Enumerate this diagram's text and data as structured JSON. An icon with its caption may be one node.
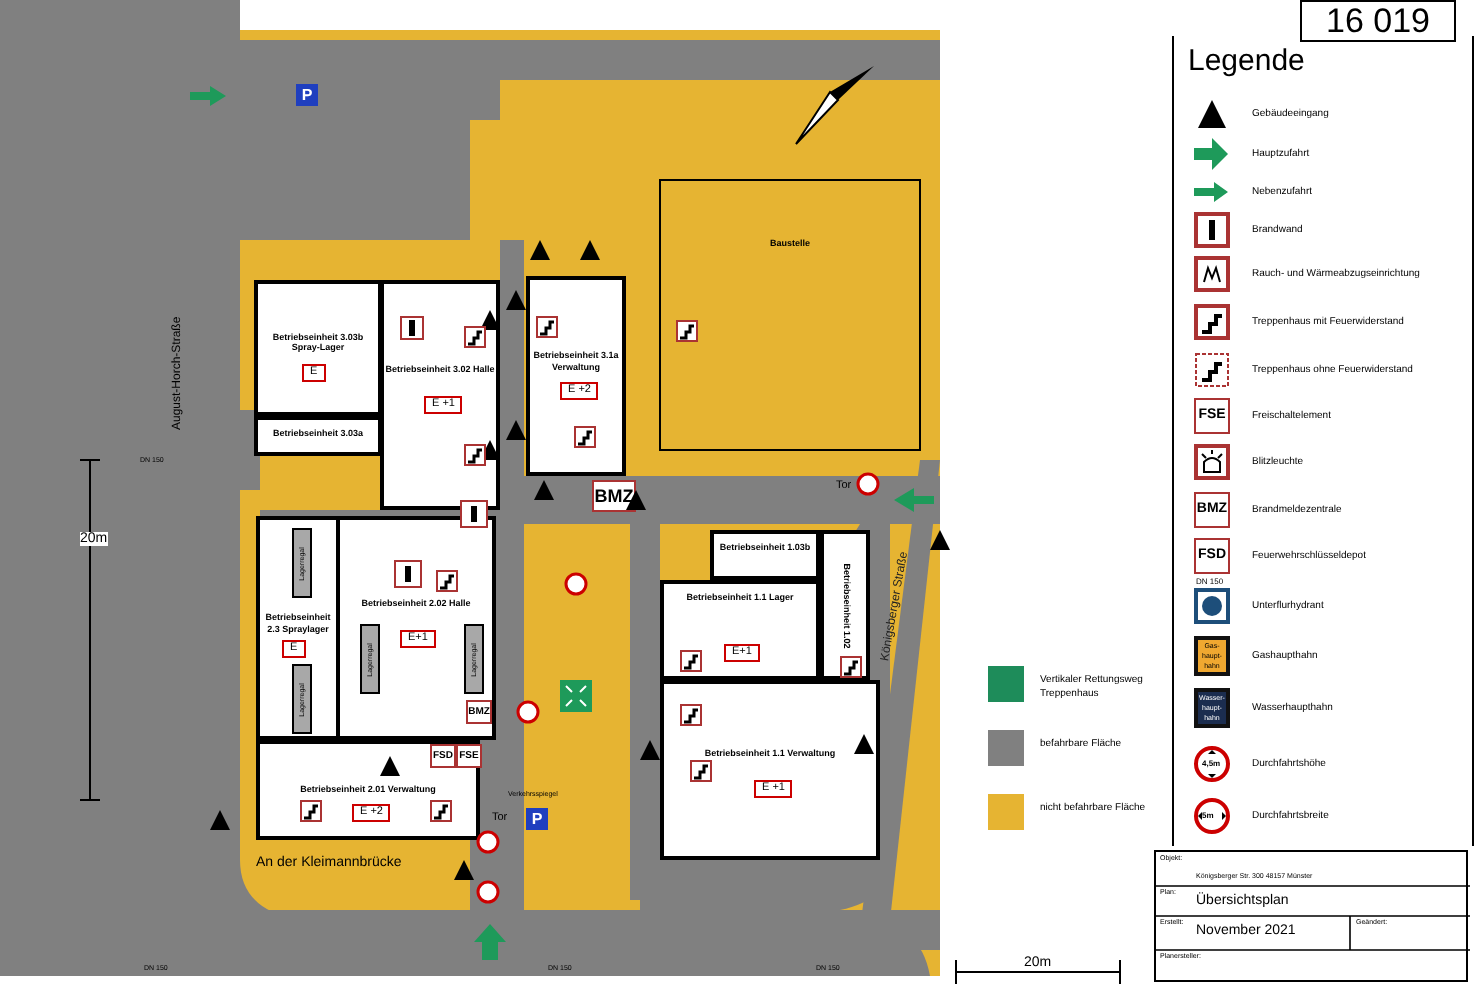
{
  "diagram": {
    "nodes": [
      {
        "text": [
          "Betriebseinheit 3.03b Spray-Lager",
          "E"
        ]
      },
      {
        "text": [
          "Betriebseinheit 3.03a"
        ]
      },
      {
        "text": [
          "Betriebseinheit 3.02 Halle",
          "E +1"
        ]
      },
      {
        "text": [
          "Betriebseinheit 3.1a Verwaltung",
          "E +2"
        ]
      },
      {
        "text": [
          "Baustelle"
        ]
      },
      {
        "text": [
          "Betriebseinheit 2.3 Spraylager",
          "E"
        ]
      },
      {
        "text": [
          "Lagerregal"
        ],
        "in": 5
      },
      {
        "text": [
          "Lagerregal"
        ],
        "in": 5
      },
      {
        "text": [
          "Betriebseinheit 2.02 Halle",
          "E+1"
        ]
      },
      {
        "text": [
          "Lagerregal"
        ],
        "in": 8
      },
      {
        "text": [
          "Lagerregal"
        ],
        "in": 8
      },
      {
        "text": [
          "Betriebseinheit 2.01 Verwaltung",
          "E +2"
        ]
      },
      {
        "text": [
          "Betriebseinheit 1.03b"
        ]
      },
      {
        "text": [
          "Betriebseinheit 1.1 Lager",
          "E+1"
        ]
      },
      {
        "text": [
          "Betriebseinheit 1.02"
        ]
      },
      {
        "text": [
          "Betriebseinheit 1.1 Verwaltung",
          "E +1"
        ]
      }
    ],
    "labels": [
      "16 019",
      "Legende",
      "FSE",
      "BMZ",
      "FSD",
      "DN 150",
      "Gas-haupt-hahn",
      "Wasser-haupt-hahn",
      "4,5m",
      "5m",
      "August-Horch-Straße",
      "Königsberger Straße",
      "An der Kleimannbrücke",
      "20m",
      "20m",
      "DN 150",
      "DN 150",
      "DN 150",
      "DN 150",
      "BMZ",
      "BMZ",
      "FSD",
      "FSE",
      "Tor",
      "Tor",
      "Verkehrsspiegel",
      "Objekt:",
      "Königsberger Str. 300 48157 Münster",
      "Plan:",
      "Übersichtsplan",
      "Erstellt:",
      "November 2021",
      "Geändert:",
      "Planersteller:",
      "P",
      "P"
    ],
    "legend": [
      {
        "text": "Gebäudeeingang"
      },
      {
        "text": "Hauptzufahrt"
      },
      {
        "text": "Nebenzufahrt"
      },
      {
        "text": "Brandwand"
      },
      {
        "text": "Rauch- und Wärmeabzugseinrichtung"
      },
      {
        "text": "Treppenhaus mit Feuerwiderstand"
      },
      {
        "text": "Treppenhaus ohne Feuerwiderstand"
      },
      {
        "text": "Freischaltelement"
      },
      {
        "text": "Blitzleuchte"
      },
      {
        "text": "Brandmeldezentrale"
      },
      {
        "text": "Feuerwehrschlüsseldepot"
      },
      {
        "text": "Unterflurhydrant"
      },
      {
        "text": "Gashaupthahn"
      },
      {
        "text": "Wasserhaupthahn"
      },
      {
        "text": "Durchfahrtshöhe"
      },
      {
        "text": "Durchfahrtsbreite"
      },
      {
        "text": "Vertikaler Rettungsweg Treppenhaus",
        "color": "#1e8c5a"
      },
      {
        "text": "befahrbare Fläche",
        "color": "#808080"
      },
      {
        "text": "nicht befahrbare Fläche",
        "color": "#e6b432"
      }
    ]
  }
}
